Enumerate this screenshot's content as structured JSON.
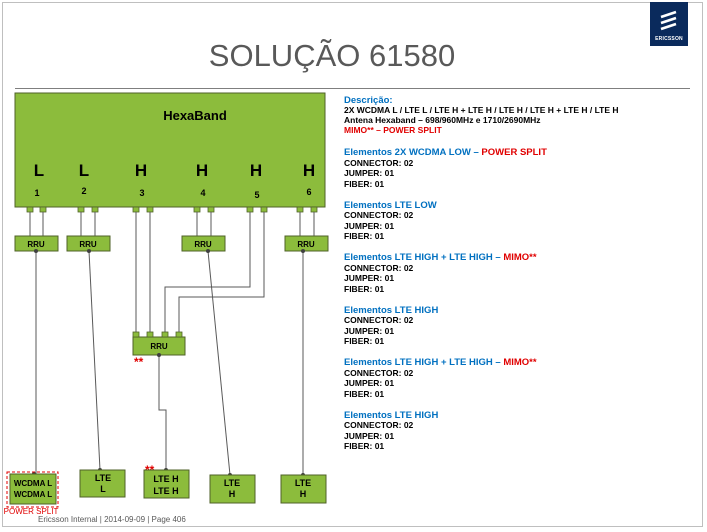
{
  "title": "SOLUÇÃO 61580",
  "logo": {
    "text": "ERICSSON",
    "icon": "ericsson-logo-icon"
  },
  "footer": "Ericsson Internal  |  2014-09-09  |  Page 406",
  "diagram": {
    "antenna_label": "HexaBand",
    "ports": [
      {
        "letter": "L",
        "number": "1"
      },
      {
        "letter": "L",
        "number": "2"
      },
      {
        "letter": "H",
        "number": "3"
      },
      {
        "letter": "H",
        "number": "4"
      },
      {
        "letter": "H",
        "number": "5"
      },
      {
        "letter": "H",
        "number": "6"
      }
    ],
    "rru_label": "RRU",
    "mimo_mark": "**",
    "outputs": [
      {
        "line1": "WCDMA L",
        "line2": "WCDMA L"
      },
      {
        "line1": "LTE",
        "line2": "L"
      },
      {
        "line1": "LTE H",
        "line2": "LTE H"
      },
      {
        "line1": "LTE",
        "line2": "H"
      },
      {
        "line1": "LTE",
        "line2": "H"
      }
    ],
    "power_split_label": "POWER SPLIT",
    "colors": {
      "green": "#8cbc3c",
      "border": "#4f6228",
      "red": "#e00000",
      "blue": "#0070c0"
    }
  },
  "description": {
    "heading": "Descrição:",
    "line1": "2X WCDMA L / LTE L / LTE H + LTE H / LTE H / LTE H + LTE H / LTE H",
    "line2": "Antena Hexaband – 698/960MHz  e  1710/2690MHz",
    "line3": "MIMO** – POWER SPLIT"
  },
  "sections": [
    {
      "title_blue": "Elementos 2X WCDMA LOW – ",
      "title_red": "POWER SPLIT",
      "connector": "CONNECTOR: 02",
      "jumper": "JUMPER: 01",
      "fiber": "FIBER: 01"
    },
    {
      "title_blue": "Elementos LTE LOW",
      "title_red": "",
      "connector": "CONNECTOR: 02",
      "jumper": "JUMPER: 01",
      "fiber": "FIBER: 01"
    },
    {
      "title_blue": "Elementos LTE HIGH + LTE HIGH – ",
      "title_red": "MIMO**",
      "connector": "CONNECTOR: 02",
      "jumper": "JUMPER: 01",
      "fiber": "FIBER: 01"
    },
    {
      "title_blue": "Elementos LTE HIGH",
      "title_red": "",
      "connector": "CONNECTOR: 02",
      "jumper": "JUMPER: 01",
      "fiber": "FIBER: 01"
    },
    {
      "title_blue": "Elementos LTE HIGH + LTE HIGH – ",
      "title_red": "MIMO**",
      "connector": "CONNECTOR: 02",
      "jumper": "JUMPER: 01",
      "fiber": "FIBER: 01"
    },
    {
      "title_blue": "Elementos LTE HIGH",
      "title_red": "",
      "connector": "CONNECTOR: 02",
      "jumper": "JUMPER: 01",
      "fiber": "FIBER: 01"
    }
  ]
}
